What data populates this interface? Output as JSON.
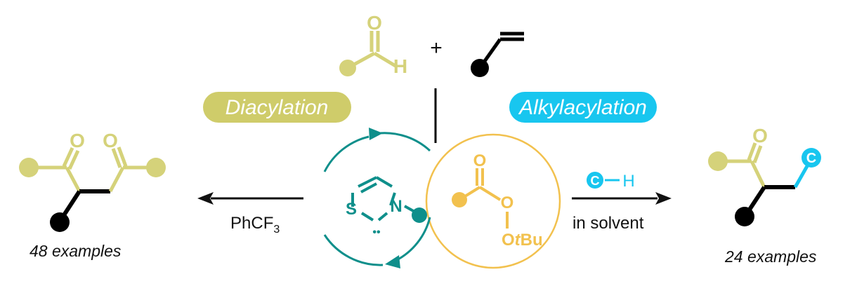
{
  "colors": {
    "olive": "#d5d27a",
    "olive_pill": "#cfcc6a",
    "cyan": "#18c6ef",
    "teal": "#0f8f8b",
    "orange": "#f2c14e",
    "black": "#000000"
  },
  "reactants": {
    "aldehyde_O": "O",
    "aldehyde_H": "H",
    "plus": "+"
  },
  "pills": {
    "left": "Diacylation",
    "right": "Alkylacylation"
  },
  "catalyst": {
    "S": "S",
    "N": "N",
    "carbene_dots": "••"
  },
  "perester": {
    "O_carbonyl": "O",
    "O_link": "O",
    "OtBu_O": "O",
    "OtBu_t": "t",
    "OtBu_Bu": "Bu"
  },
  "left_product": {
    "O1": "O",
    "O2": "O",
    "condition": "PhCF",
    "condition_sub": "3",
    "examples": "48 examples"
  },
  "right_product": {
    "O": "O",
    "C_badge": "C",
    "examples": "24 examples"
  },
  "right_condition": {
    "C_badge": "C",
    "H": "H",
    "solvent": "in solvent"
  },
  "icons": [
    "substituent-dot-icon",
    "reaction-arrow-icon",
    "cycle-arrow-icon"
  ]
}
